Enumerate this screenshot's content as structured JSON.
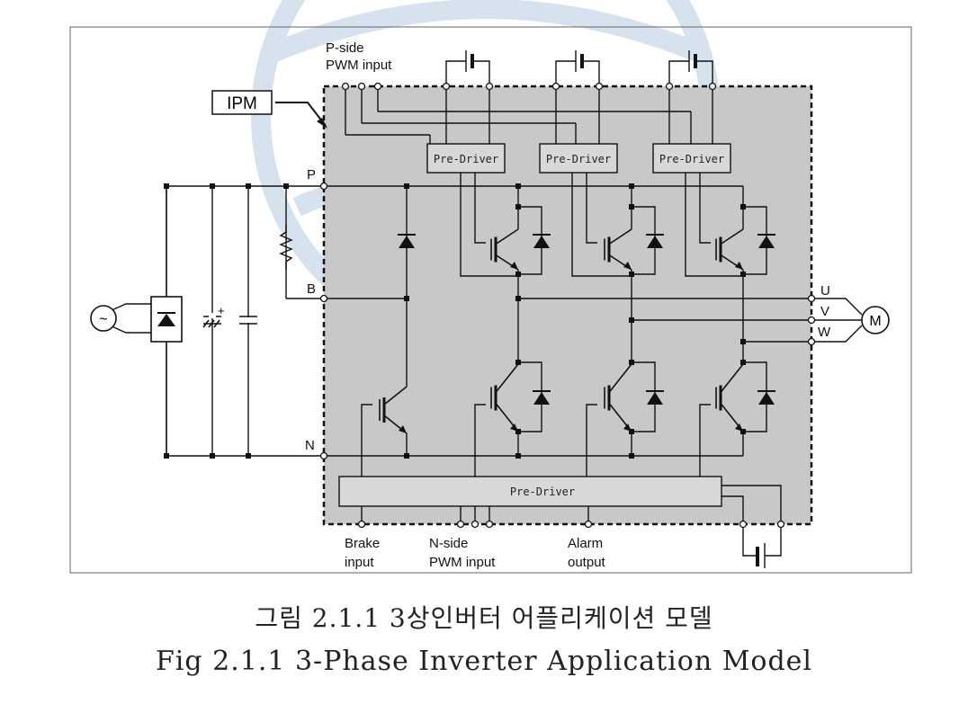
{
  "diagram": {
    "ipm_label": "IPM",
    "p_side_label_1": "P-side",
    "p_side_label_2": "PWM input",
    "terminal_p": "P",
    "terminal_b": "B",
    "terminal_n": "N",
    "out_u": "U",
    "out_v": "V",
    "out_w": "W",
    "motor": "M",
    "pre_driver": "Pre-Driver",
    "brake_1": "Brake",
    "brake_2": "input",
    "n_side_1": "N-side",
    "n_side_2": "PWM input",
    "alarm_1": "Alarm",
    "alarm_2": "output",
    "cap_plus": "+",
    "ac_symbol": "~"
  },
  "caption": {
    "korean": "그림 2.1.1 3상인버터 어플리케이션 모델",
    "english": "Fig 2.1.1 3-Phase Inverter Application Model"
  },
  "colors": {
    "ipm_fill": "#c8c8c8",
    "line": "#111111",
    "watermark": "#d6e3ef"
  }
}
